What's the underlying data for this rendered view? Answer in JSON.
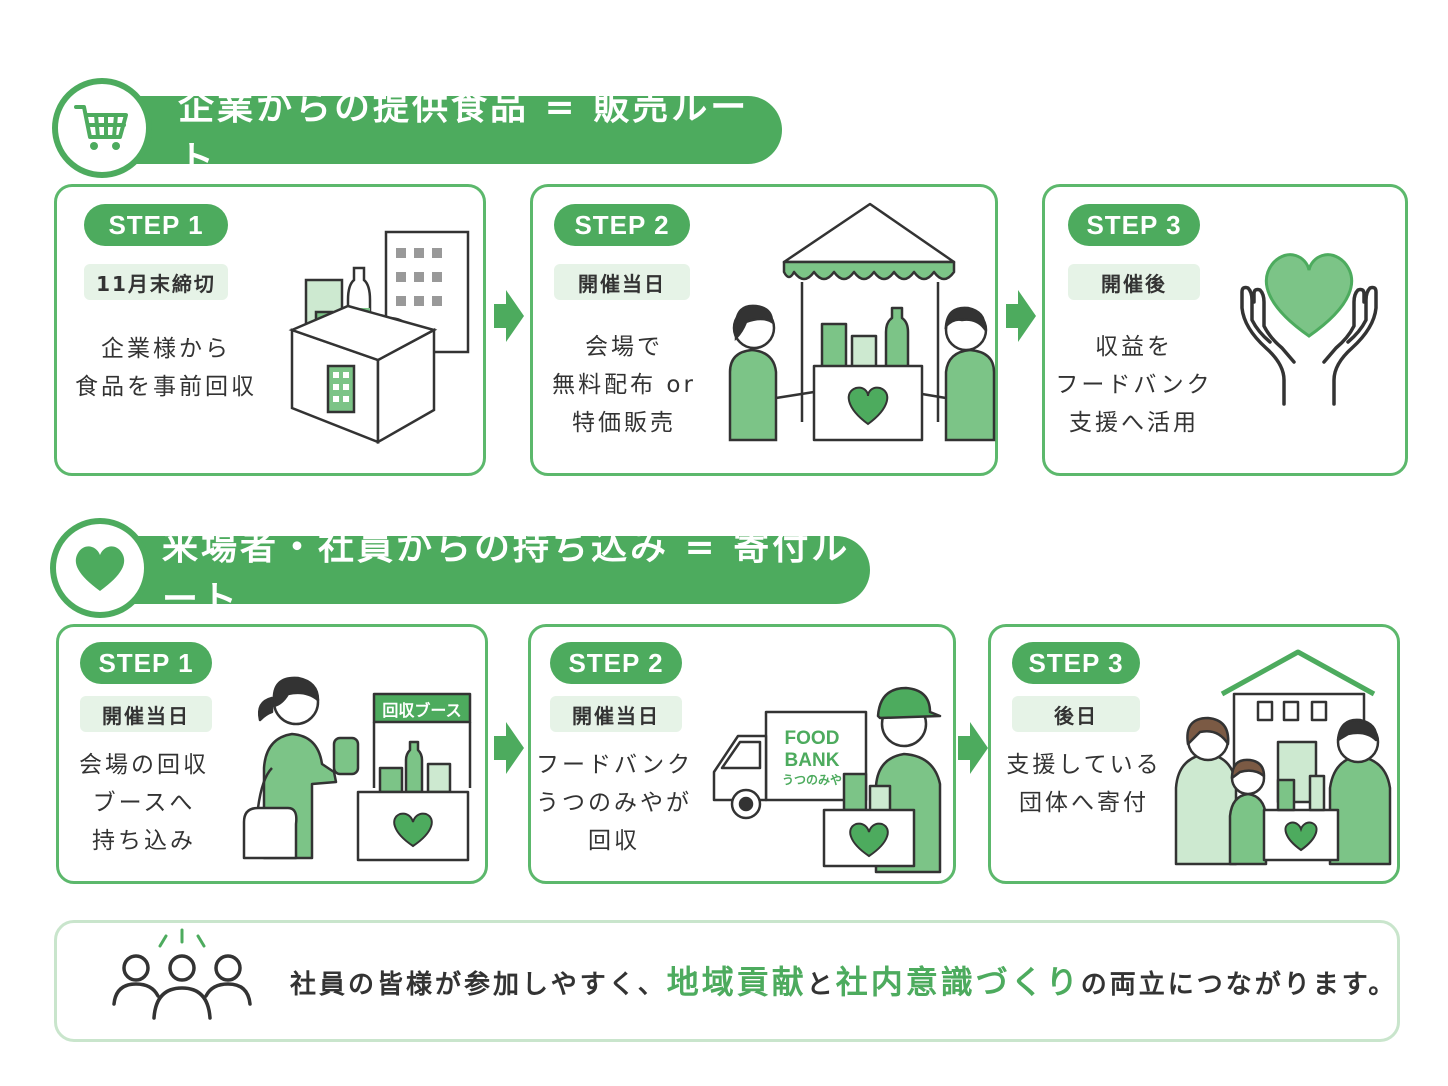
{
  "colors": {
    "accent": "#4dab5e",
    "light": "#e6f3e7",
    "border": "#5cb86c"
  },
  "routes": [
    {
      "title": "企業からの提供食品 = 販売ルート",
      "icon": "shopping-cart-icon",
      "steps": [
        {
          "step": "STEP 1",
          "timing": "11月末締切",
          "lines": [
            "企業様から",
            "食品を事前回収"
          ]
        },
        {
          "step": "STEP 2",
          "timing": "開催当日",
          "lines": [
            "会場で",
            "無料配布 or",
            "特価販売"
          ]
        },
        {
          "step": "STEP 3",
          "timing": "開催後",
          "lines": [
            "収益を",
            "フードバンク",
            "支援へ活用"
          ]
        }
      ]
    },
    {
      "title": "来場者・社員からの持ち込み = 寄付ルート",
      "icon": "heart-icon",
      "steps": [
        {
          "step": "STEP 1",
          "timing": "開催当日",
          "lines": [
            "会場の回収",
            "ブースへ",
            "持ち込み"
          ],
          "booth_label": "回収ブース"
        },
        {
          "step": "STEP 2",
          "timing": "開催当日",
          "lines": [
            "フードバンク",
            "うつのみやが",
            "回収"
          ],
          "truck_label": [
            "FOOD",
            "BANK",
            "うつのみや"
          ]
        },
        {
          "step": "STEP 3",
          "timing": "後日",
          "lines": [
            "支援している",
            "団体へ寄付"
          ]
        }
      ]
    }
  ],
  "footer": {
    "text_1": "社員の皆様が参加しやすく、",
    "highlight_1": "地域貢献",
    "text_2": "と",
    "highlight_2": "社内意識づくり",
    "text_3": "の両立につながります。"
  }
}
